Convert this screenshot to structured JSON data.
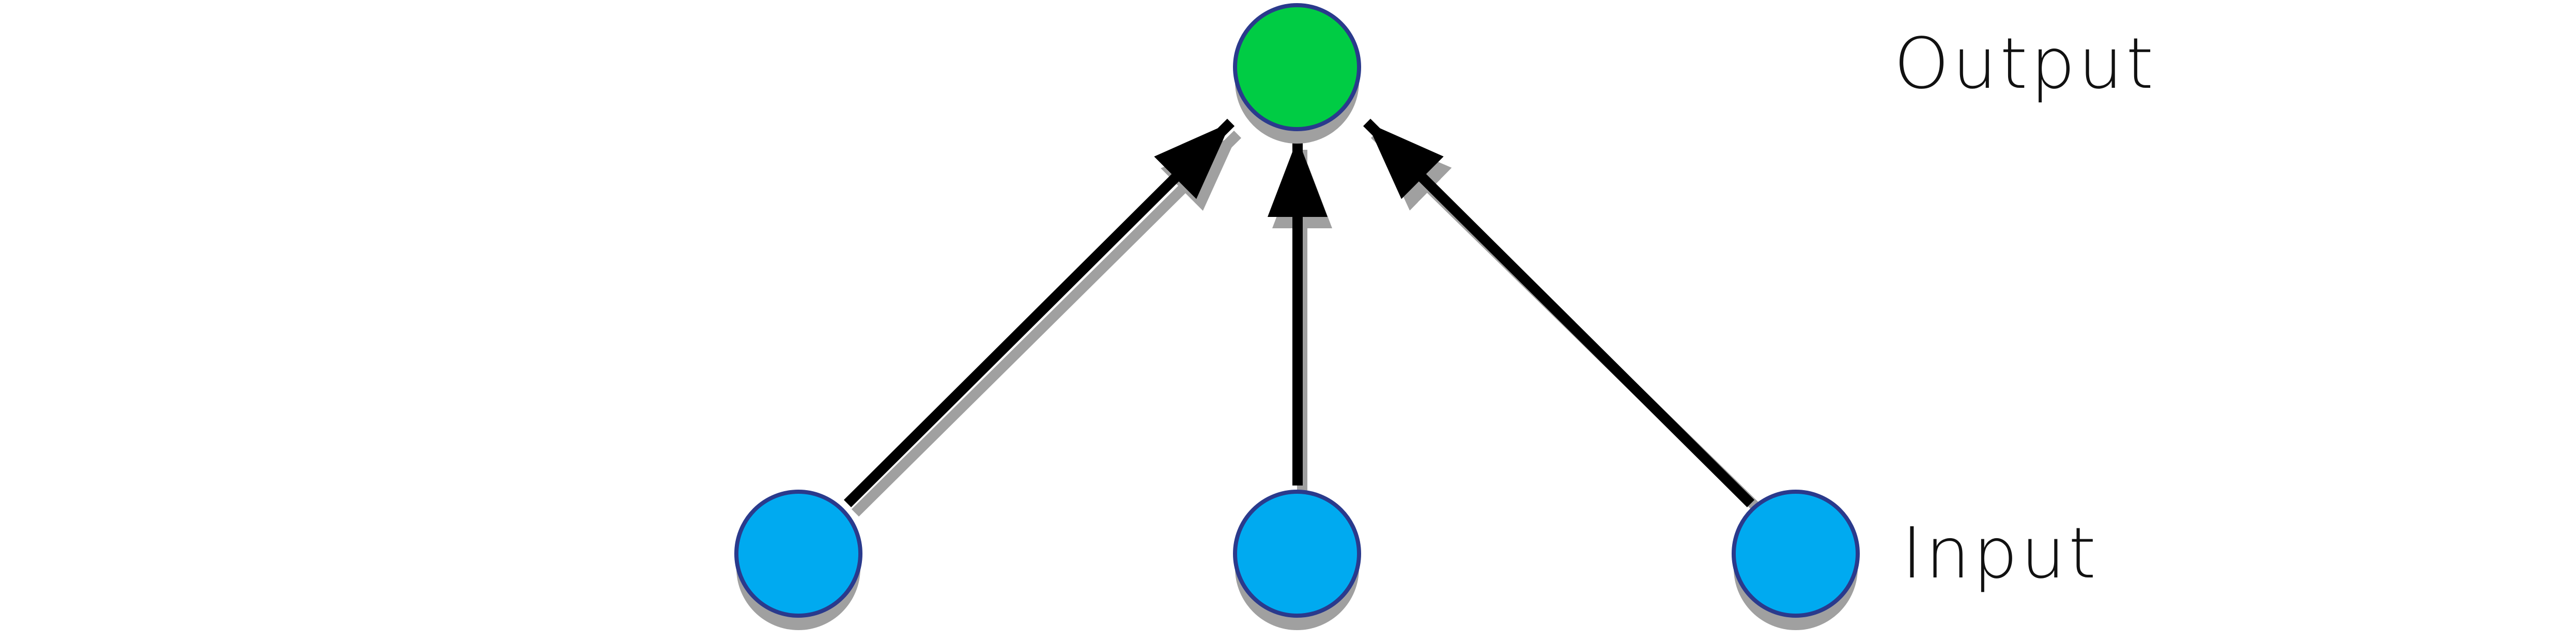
{
  "labels": {
    "output": "Output",
    "input": "Input"
  },
  "nodes": {
    "output": [
      {
        "id": "output-node-1"
      }
    ],
    "input": [
      {
        "id": "input-node-1"
      },
      {
        "id": "input-node-2"
      },
      {
        "id": "input-node-3"
      }
    ]
  },
  "edges": [
    {
      "from": "input-node-1",
      "to": "output-node-1"
    },
    {
      "from": "input-node-2",
      "to": "output-node-1"
    },
    {
      "from": "input-node-3",
      "to": "output-node-1"
    }
  ],
  "colors": {
    "output_fill": "#00cc44",
    "input_fill": "#00aaf0",
    "node_stroke": "#2a3a8c",
    "shadow": "#a0a0a0",
    "arrow": "#000000",
    "label": "#111111"
  }
}
